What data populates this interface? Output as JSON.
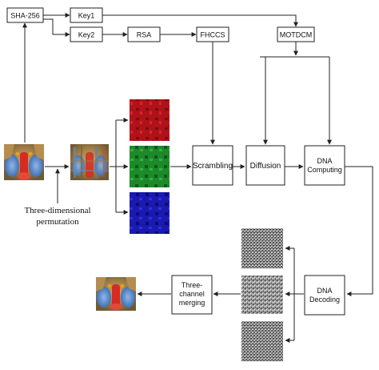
{
  "nodes": {
    "sha": "SHA-256",
    "key1": "Key1",
    "key2": "Key2",
    "rsa": "RSA",
    "fhccs": "FHCCS",
    "motdcm": "MOTDCM",
    "scrambling": "Scrambling",
    "diffusion": "Diffusion",
    "dna_computing": [
      "DNA",
      "Computing"
    ],
    "dna_decoding": [
      "DNA",
      "Decoding"
    ],
    "three_channel": [
      "Three-",
      "channel",
      "merging"
    ]
  },
  "caption": [
    "Three-dimensional",
    "permutation"
  ],
  "colors": {
    "red_channel": "#b0121a",
    "green_channel": "#1c8a2a",
    "blue_channel": "#1a1ab0",
    "stroke": "#222222"
  }
}
